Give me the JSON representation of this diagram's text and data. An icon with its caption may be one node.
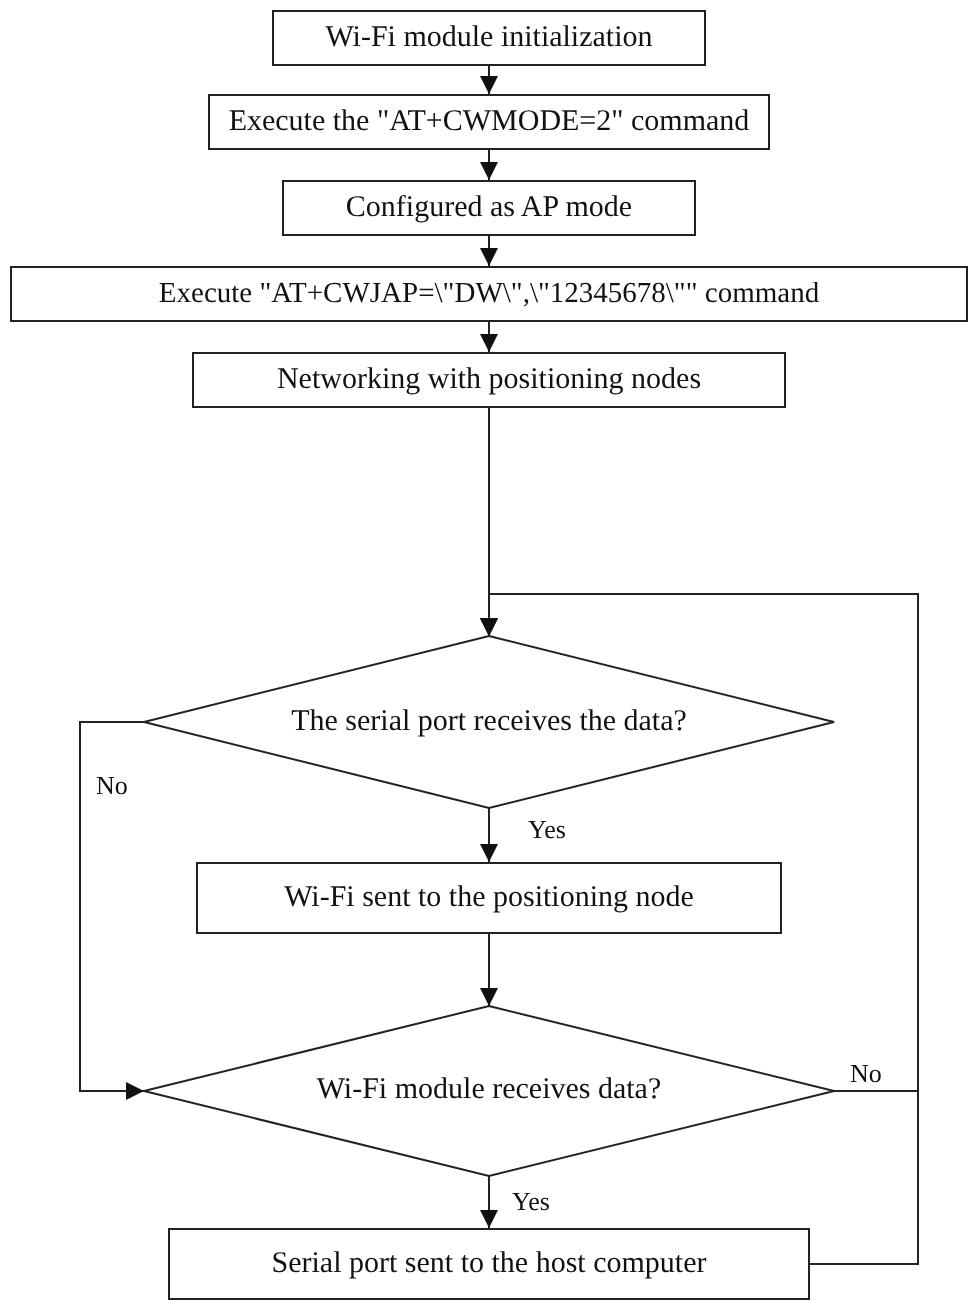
{
  "diagram": {
    "nodes": [
      {
        "text": [
          "Wi-Fi module initialization"
        ]
      },
      {
        "text": [
          "Execute the \"AT+CWMODE=2\" command"
        ]
      },
      {
        "text": [
          "Configured as AP mode"
        ]
      },
      {
        "text": [
          "Execute \"AT+CWJAP=\\\"DW\\\",\\\"12345678\\\"\" command"
        ]
      },
      {
        "text": [
          "Networking with positioning nodes"
        ]
      },
      {
        "text": [
          "The serial port receives the data?"
        ]
      },
      {
        "text": [
          "Wi-Fi sent to the positioning node"
        ]
      },
      {
        "text": [
          "Wi-Fi module receives data?"
        ]
      },
      {
        "text": [
          "Serial port sent to the host computer"
        ]
      }
    ],
    "edges": [
      {
        "from": 0,
        "to": 1,
        "arrow": "to"
      },
      {
        "from": 1,
        "to": 2,
        "arrow": "to"
      },
      {
        "from": 2,
        "to": 3,
        "arrow": "to"
      },
      {
        "from": 3,
        "to": 4,
        "arrow": "to"
      },
      {
        "from": 4,
        "to": 5,
        "arrow": "to"
      },
      {
        "from": 5,
        "to": 6,
        "arrow": "to",
        "label": "Yes"
      },
      {
        "from": 5,
        "to": 7,
        "arrow": "to",
        "label": "No"
      },
      {
        "from": 6,
        "to": 7,
        "arrow": "to"
      },
      {
        "from": 7,
        "to": 8,
        "arrow": "to",
        "label": "Yes"
      },
      {
        "from": 7,
        "to": 5,
        "arrow": "to",
        "label": "No"
      },
      {
        "from": 8,
        "to": 5,
        "arrow": "to"
      }
    ]
  }
}
